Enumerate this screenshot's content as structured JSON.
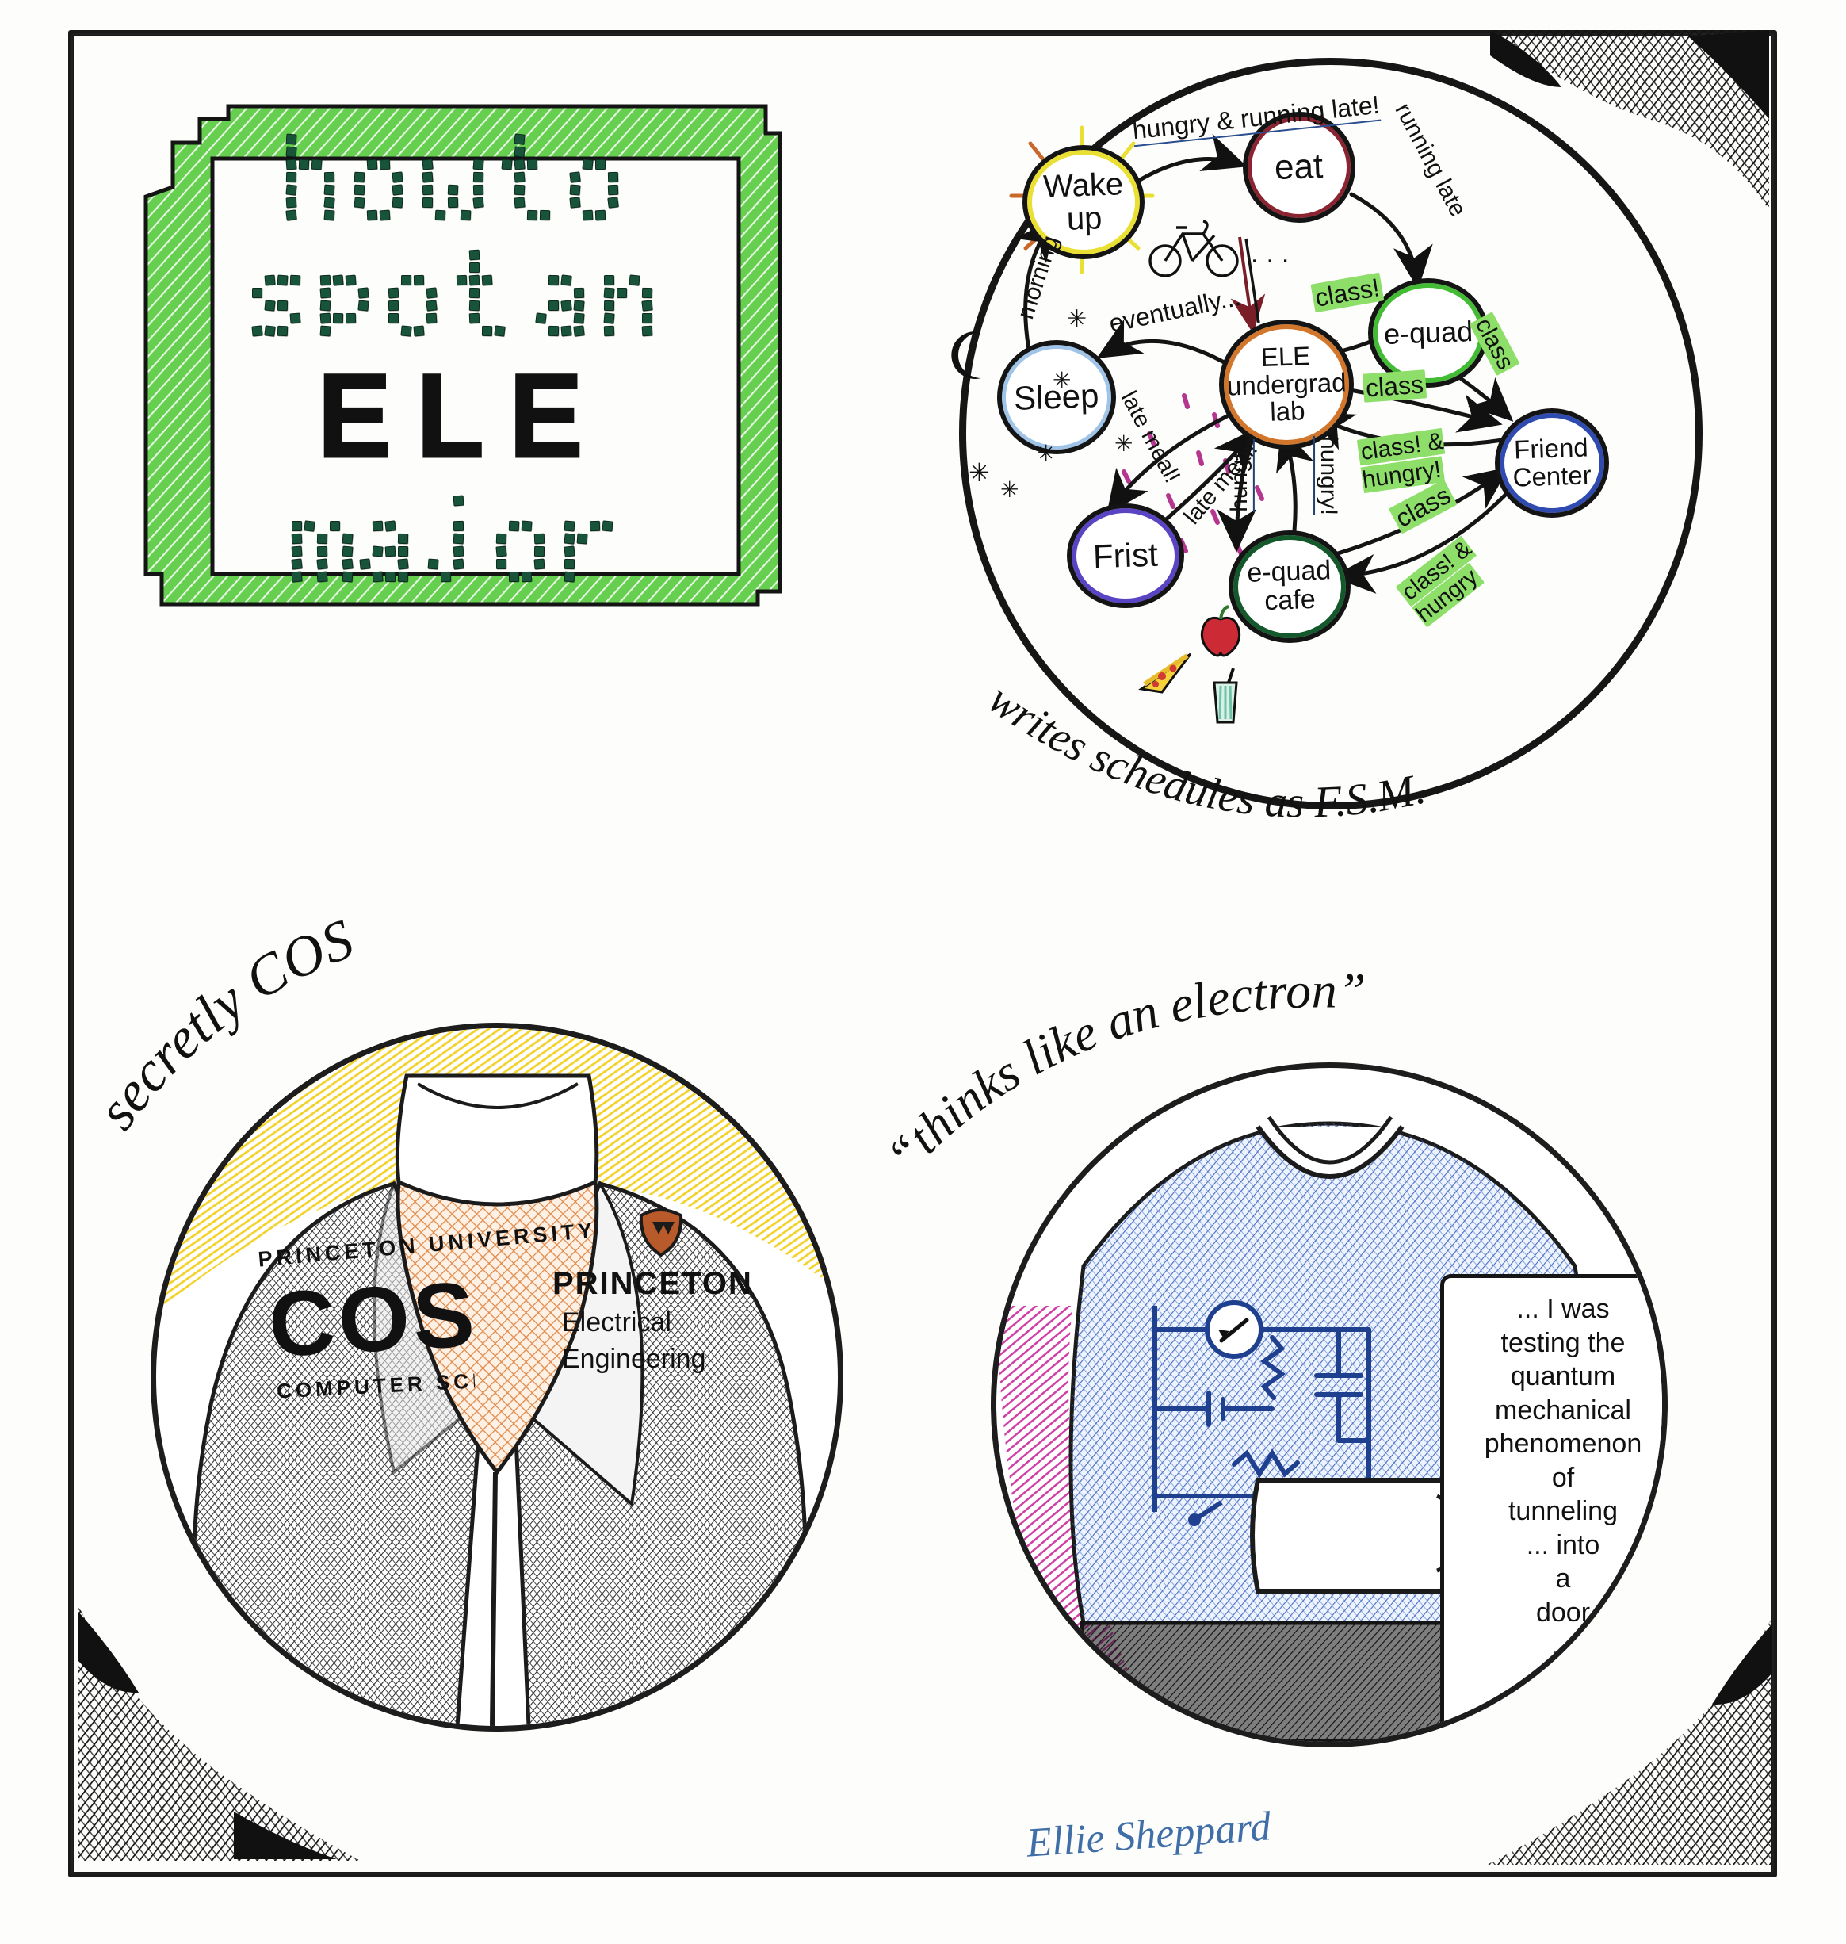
{
  "title_panel": {
    "line1": "how to",
    "line2": "spot an",
    "big": "ELE",
    "line3": "major",
    "border_color": "#5ec04a"
  },
  "fsm": {
    "caption": "writes schedules as F.S.M.",
    "nodes": [
      {
        "id": "wake-up",
        "label": "Wake\nup",
        "color": "#e9e033",
        "note": "sun rays"
      },
      {
        "id": "eat",
        "label": "eat",
        "color": "#8c2330"
      },
      {
        "id": "e-quad",
        "label": "e-quad",
        "color": "#44bb34"
      },
      {
        "id": "friend-center",
        "label": "Friend\nCenter",
        "color": "#2f4bb0"
      },
      {
        "id": "ele-undergrad-lab",
        "label": "ELE\nundergrad\nlab",
        "color": "#d2762c"
      },
      {
        "id": "sleep",
        "label": "Sleep",
        "color": "#9fc4e8"
      },
      {
        "id": "frist",
        "label": "Frist",
        "color": "#5b44c4"
      },
      {
        "id": "e-quad-cafe",
        "label": "e-quad\ncafe",
        "color": "#14592c"
      }
    ],
    "edges": [
      {
        "from": "wake-up",
        "to": "eat",
        "label": "hungry &\nrunning late!",
        "style": "blue-underline"
      },
      {
        "from": "eat",
        "to": "e-quad",
        "label": "running late",
        "style": "plain"
      },
      {
        "from": "e-quad",
        "to": "ele-undergrad-lab",
        "label": "class!",
        "style": "green"
      },
      {
        "from": "e-quad",
        "to": "friend-center",
        "label": "class",
        "style": "green"
      },
      {
        "from": "e-quad",
        "to": "friend-center",
        "label": "class",
        "style": "green"
      },
      {
        "from": "friend-center",
        "to": "ele-undergrad-lab",
        "label": "class! &\nhungry!",
        "style": "green"
      },
      {
        "from": "ele-undergrad-lab",
        "to": "sleep",
        "label": "eventually...",
        "style": "plain"
      },
      {
        "from": "sleep",
        "to": "wake-up",
        "label": "morning",
        "style": "plain"
      },
      {
        "from": "ele-undergrad-lab",
        "to": "frist",
        "label": "late meal!",
        "style": "plain"
      },
      {
        "from": "frist",
        "to": "ele-undergrad-lab",
        "label": "late meal!",
        "style": "plain"
      },
      {
        "from": "ele-undergrad-lab",
        "to": "e-quad-cafe",
        "label": "hungry",
        "style": "blue-underline"
      },
      {
        "from": "e-quad-cafe",
        "to": "ele-undergrad-lab",
        "label": "hungry!",
        "style": "blue-underline"
      },
      {
        "from": "e-quad-cafe",
        "to": "friend-center",
        "label": "class",
        "style": "green"
      },
      {
        "from": "friend-center",
        "to": "e-quad-cafe",
        "label": "class! &\nhungry",
        "style": "green"
      }
    ],
    "icons": [
      "bicycle-icon",
      "apple-icon",
      "pizza-icon",
      "drink-cup-icon",
      "moon-icon",
      "sparkle-icon"
    ]
  },
  "cos_panel": {
    "caption": "secretly COS",
    "shirt_top": "PRINCETON UNIVERSITY",
    "shirt_big": "COS",
    "shirt_bottom": "COMPUTER SCIENCE",
    "jacket_brand": "PRINCETON",
    "jacket_dept_line1": "Electrical",
    "jacket_dept_line2": "Engineering",
    "colors": {
      "highlight": "#f2d22b",
      "shirt": "#e08a4a",
      "jacket": "#3a3a3a"
    }
  },
  "electron_panel": {
    "caption": "“thinks like an electron”",
    "bubble_lines": [
      "... I was",
      "testing the",
      "quantum",
      "mechanical",
      "phenomenon",
      "of",
      "tunneling",
      "... into",
      "a",
      "door",
      "..."
    ],
    "colors": {
      "tshirt": "#4a6fc4",
      "accent": "#cf3fa6"
    }
  },
  "signature": "Ellie Sheppard"
}
